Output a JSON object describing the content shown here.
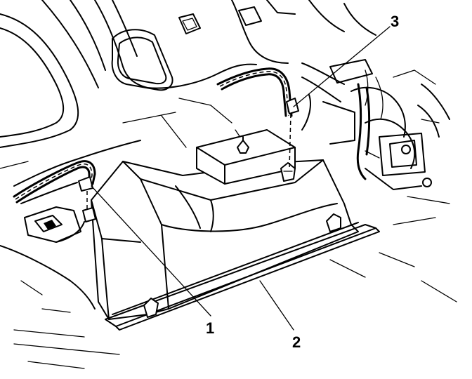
{
  "diagram": {
    "callouts": [
      {
        "id": "1",
        "label": "1"
      },
      {
        "id": "2",
        "label": "2"
      },
      {
        "id": "3",
        "label": "3"
      }
    ],
    "parts": {
      "1": "wire-harness-connector-left",
      "2": "instrument-panel-storage-compartment",
      "3": "wire-harness-connector-right"
    }
  }
}
